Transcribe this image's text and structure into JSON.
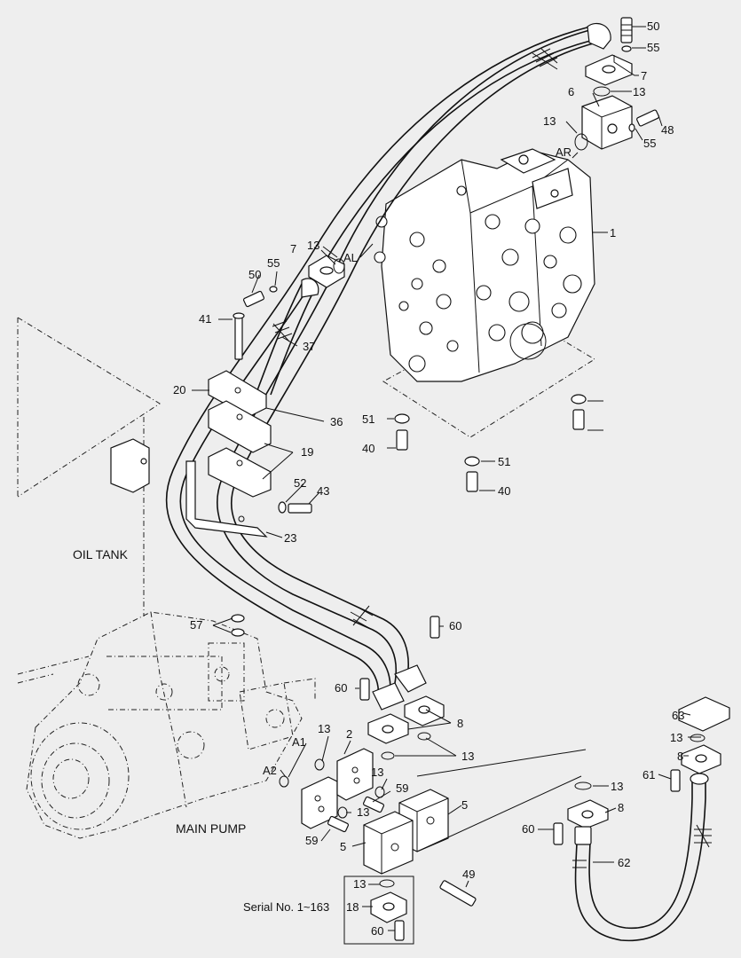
{
  "areas": {
    "oil_tank": "OIL TANK",
    "main_pump": "MAIN PUMP",
    "serial": "Serial No. 1~163"
  },
  "callouts": [
    "50",
    "55",
    "7",
    "13",
    "6",
    "13",
    "48",
    "55",
    "AR",
    "1",
    "7",
    "13",
    "AL",
    "55",
    "50",
    "41",
    "37",
    "20",
    "36",
    "51",
    "40",
    "19",
    "52",
    "43",
    "51",
    "40",
    "23",
    "60",
    "57",
    "60",
    "8",
    "2",
    "13",
    "13",
    "A1",
    "A2",
    "13",
    "59",
    "13",
    "5",
    "59",
    "5",
    "63",
    "13",
    "8",
    "61",
    "13",
    "8",
    "60",
    "62",
    "49",
    "13",
    "18",
    "60"
  ]
}
